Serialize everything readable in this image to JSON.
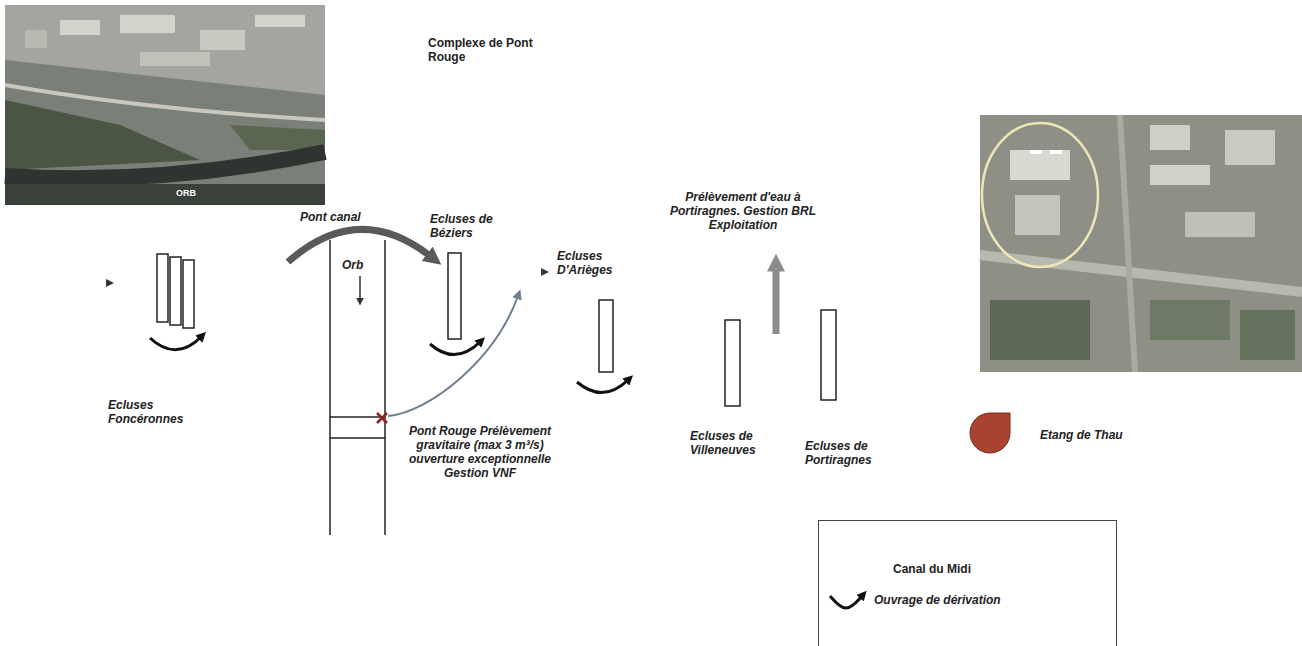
{
  "diagram": {
    "nodes": [
      {
        "text": [
          "Ecluses Foncéronnes"
        ]
      },
      {
        "text": [
          "Ecluses de Béziers"
        ]
      },
      {
        "text": [
          "Ecluses D'Arièges"
        ]
      },
      {
        "text": [
          "Ecluses de Villeneuves"
        ]
      },
      {
        "text": [
          "Ecluses de Portiragnes"
        ]
      },
      {
        "text": [
          "Etang de Thau"
        ]
      }
    ],
    "labels": [
      "Complexe de Pont Rouge",
      "ORB",
      "Pont canal",
      "Orb",
      "Pont Rouge Prélèvement gravitaire (max 3 m³/s) ouverture exceptionnelle Gestion VNF",
      "Prélèvement d'eau à Portiragnes. Gestion BRL Exploitation",
      "Canal du Midi"
    ],
    "legend": [
      {
        "text": "Ouvrage de dérivation"
      }
    ]
  }
}
